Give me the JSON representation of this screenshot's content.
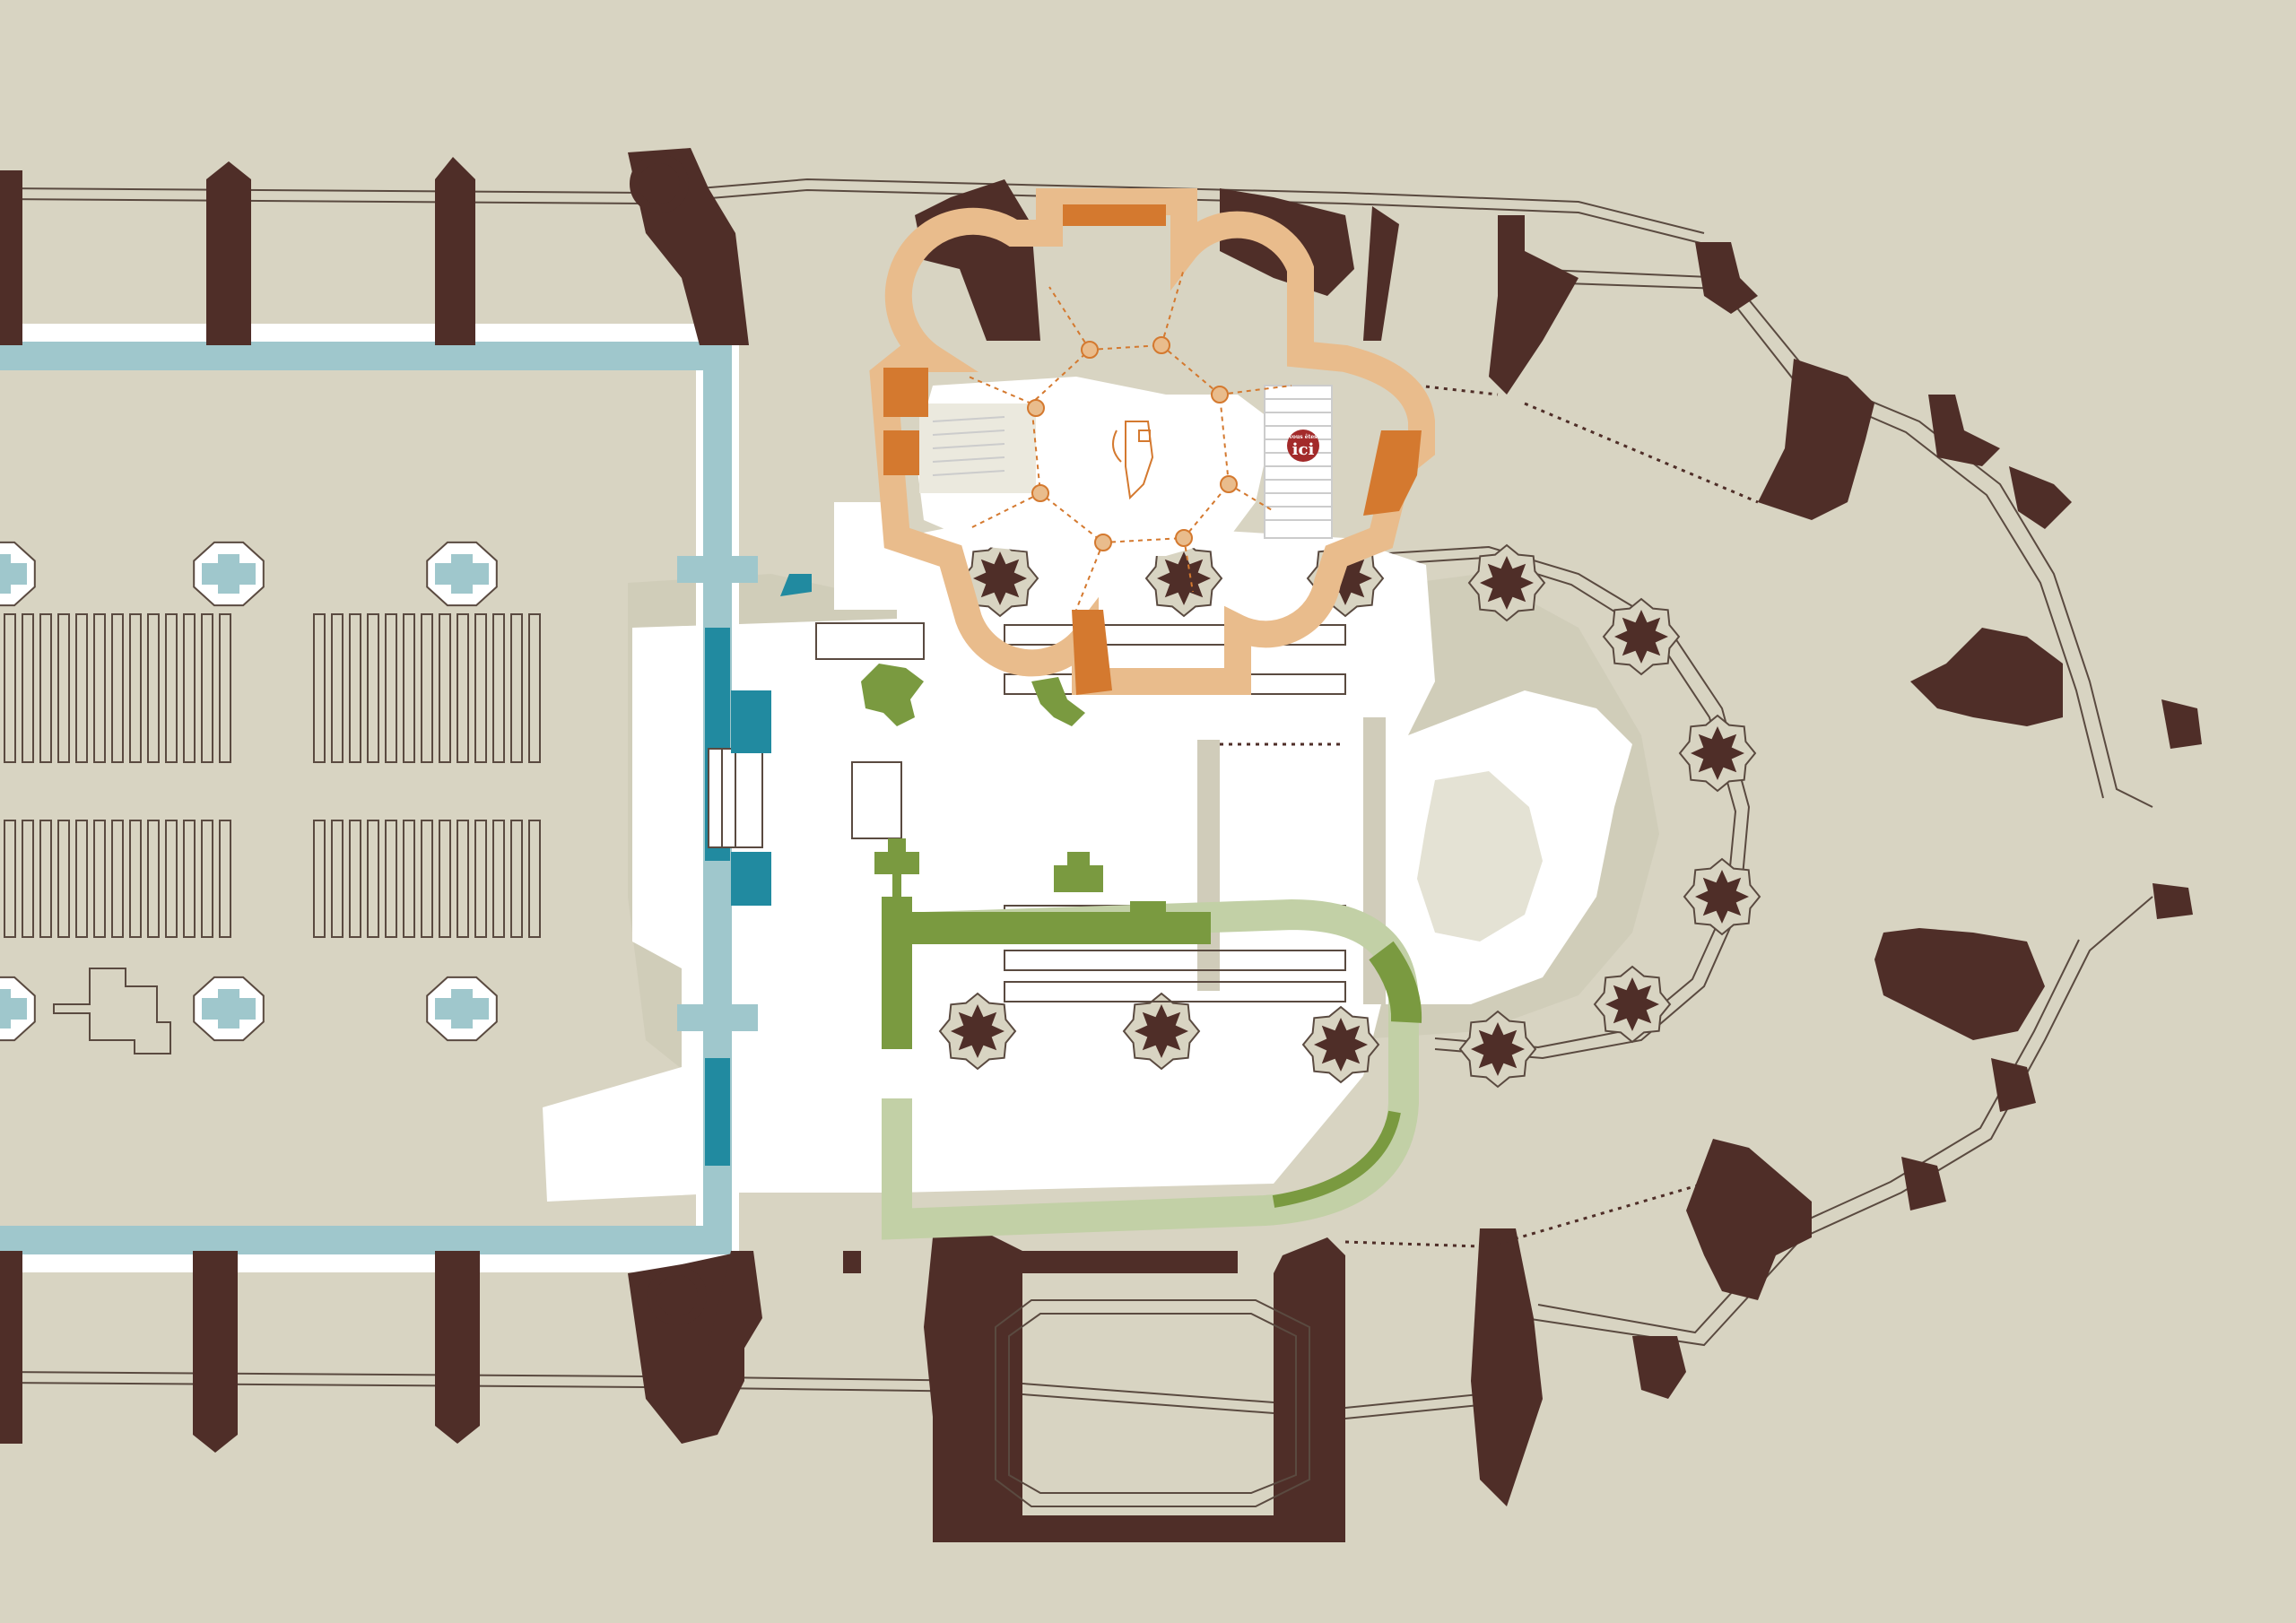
{
  "colors": {
    "background": "#d8d4c2",
    "wall": "#4f2e28",
    "floor_white": "#ffffff",
    "floor_grey": "#cbc7b2",
    "gallery_line": "#5a4a40",
    "nave_outline": "#9fc7cc",
    "nave_segment": "#218aa0",
    "crypt_light": "#e9bc8c",
    "crypt_dark": "#d4792f",
    "route_green": "#7a9a40",
    "route_green_light": "#c2d0a6",
    "marker_red": "#a32a2a"
  },
  "you_are_here": {
    "top_text": "vous êtes",
    "main_text": "ici",
    "icon": "you-are-here-marker"
  },
  "zones": {
    "nave": "nave-blue-zone",
    "crypt": "crypt-orange-zone",
    "choir_route": "green-route-zone"
  }
}
